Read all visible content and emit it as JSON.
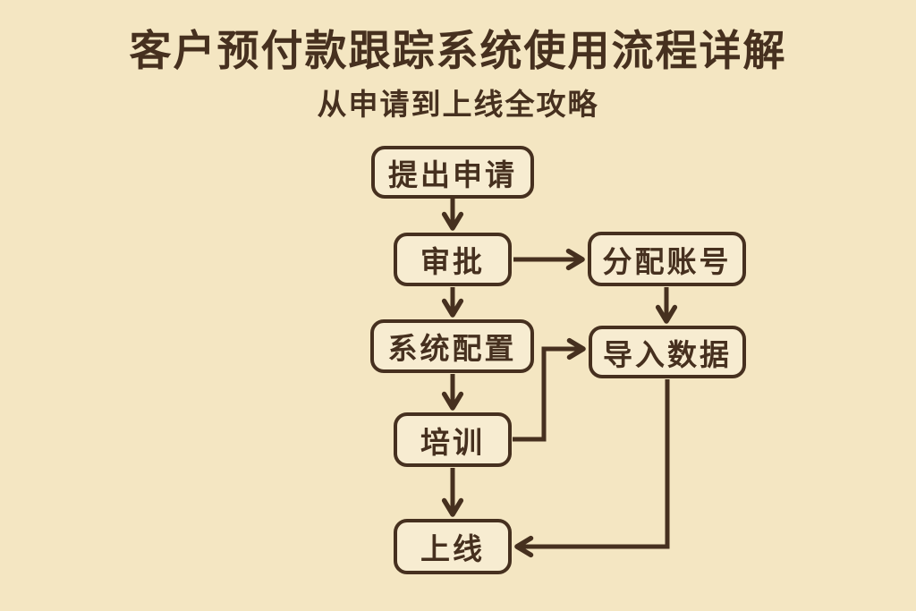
{
  "title": "客户预付款跟踪系统使用流程详解",
  "subtitle": "从申请到上线全攻略",
  "colors": {
    "background": "#f4e6c2",
    "box_fill": "#f7ecd1",
    "ink": "#46301f"
  },
  "nodes": [
    {
      "id": "apply",
      "label": "提出申请"
    },
    {
      "id": "approve",
      "label": "审批"
    },
    {
      "id": "assign",
      "label": "分配账号"
    },
    {
      "id": "config",
      "label": "系统配置"
    },
    {
      "id": "import",
      "label": "导入数据"
    },
    {
      "id": "training",
      "label": "培训"
    },
    {
      "id": "golive",
      "label": "上线"
    }
  ],
  "edges": [
    {
      "from": "apply",
      "to": "approve"
    },
    {
      "from": "approve",
      "to": "assign"
    },
    {
      "from": "approve",
      "to": "config"
    },
    {
      "from": "assign",
      "to": "import"
    },
    {
      "from": "config",
      "to": "training"
    },
    {
      "from": "training",
      "to": "import"
    },
    {
      "from": "training",
      "to": "golive"
    },
    {
      "from": "import",
      "to": "golive"
    }
  ]
}
